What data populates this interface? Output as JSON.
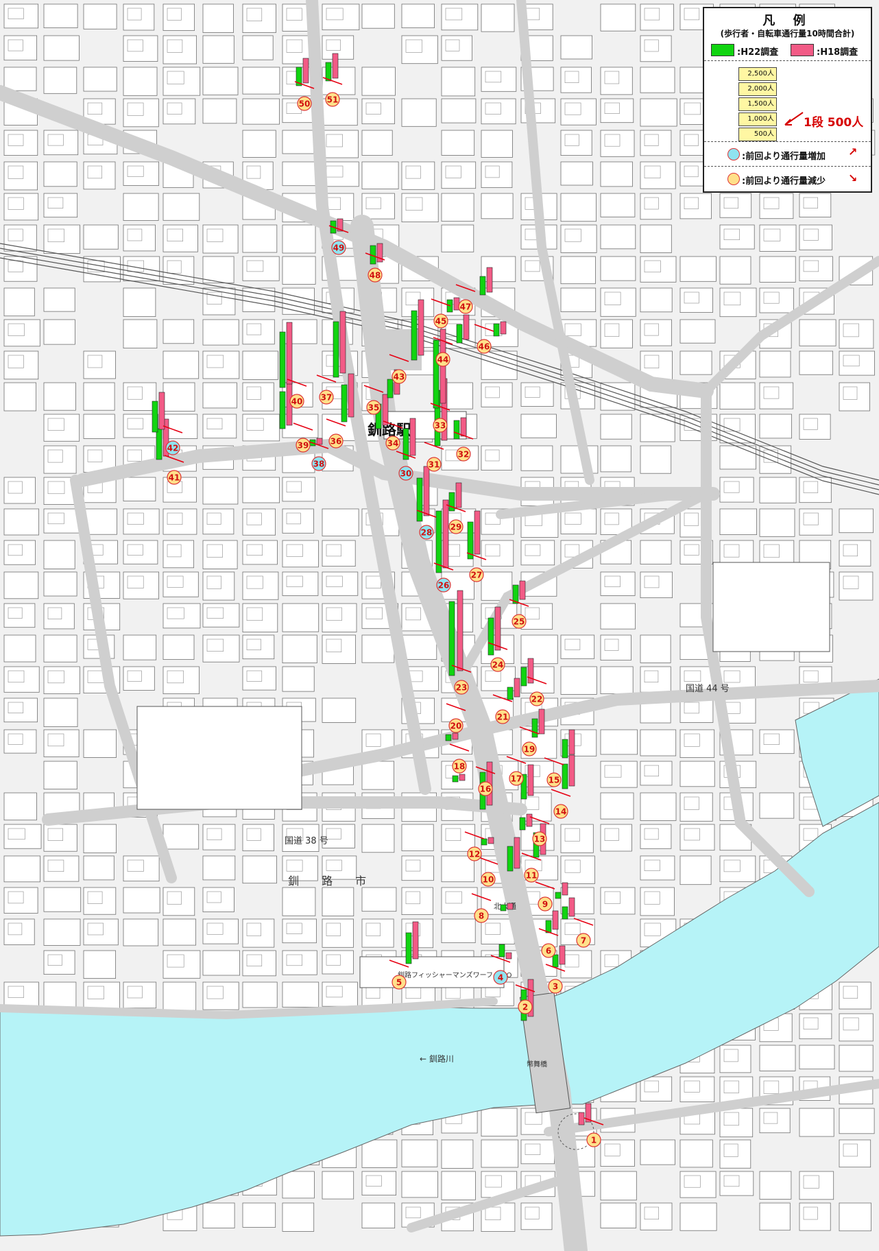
{
  "colors": {
    "background": "#f1f1f1",
    "block": "#ffffff",
    "road": "#cfcfcf",
    "river": "#b6f3f7",
    "h22": "#11d411",
    "h18": "#f25b86",
    "increase": "#8fe3f0",
    "decrease": "#ffe08a",
    "route": "#e60012"
  },
  "legend": {
    "title": "凡 例",
    "subtitle": "(歩行者・自転車通行量10時間合計)",
    "h22_label": ":H22調査",
    "h18_label": ":H18調査",
    "scale_steps": [
      "2,500人",
      "2,000人",
      "1,500人",
      "1,000人",
      "500人"
    ],
    "step_note": "1段 500人",
    "increase_label": ":前回より通行量増加",
    "decrease_label": ":前回より通行量減少",
    "increase_icon": "arrow-up-right-icon",
    "decrease_icon": "arrow-down-right-icon"
  },
  "labels": {
    "station": "釧路駅",
    "route38": "国道 38 号",
    "route44": "国道 44 号",
    "kushiro_city": "釧 路 市",
    "river": "← 釧路川",
    "moo": "釧路フィッシャーマンズワーフ MOO",
    "kitaodori": "北大通",
    "fujimi": "幣舞橋"
  },
  "points": [
    {
      "id": "1",
      "trend": "decrease"
    },
    {
      "id": "2",
      "trend": "decrease"
    },
    {
      "id": "3",
      "trend": "decrease"
    },
    {
      "id": "4",
      "trend": "increase"
    },
    {
      "id": "5",
      "trend": "decrease"
    },
    {
      "id": "6",
      "trend": "decrease"
    },
    {
      "id": "7",
      "trend": "decrease"
    },
    {
      "id": "8",
      "trend": "decrease"
    },
    {
      "id": "9",
      "trend": "decrease"
    },
    {
      "id": "10",
      "trend": "decrease"
    },
    {
      "id": "11",
      "trend": "decrease"
    },
    {
      "id": "12",
      "trend": "decrease"
    },
    {
      "id": "13",
      "trend": "decrease"
    },
    {
      "id": "14",
      "trend": "decrease"
    },
    {
      "id": "15",
      "trend": "decrease"
    },
    {
      "id": "16",
      "trend": "decrease"
    },
    {
      "id": "17",
      "trend": "decrease"
    },
    {
      "id": "18",
      "trend": "decrease"
    },
    {
      "id": "19",
      "trend": "decrease"
    },
    {
      "id": "20",
      "trend": "decrease"
    },
    {
      "id": "21",
      "trend": "decrease"
    },
    {
      "id": "22",
      "trend": "decrease"
    },
    {
      "id": "23",
      "trend": "decrease"
    },
    {
      "id": "24",
      "trend": "decrease"
    },
    {
      "id": "25",
      "trend": "decrease"
    },
    {
      "id": "26",
      "trend": "increase"
    },
    {
      "id": "27",
      "trend": "decrease"
    },
    {
      "id": "28",
      "trend": "increase"
    },
    {
      "id": "29",
      "trend": "decrease"
    },
    {
      "id": "30",
      "trend": "increase"
    },
    {
      "id": "31",
      "trend": "decrease"
    },
    {
      "id": "32",
      "trend": "decrease"
    },
    {
      "id": "33",
      "trend": "decrease"
    },
    {
      "id": "34",
      "trend": "decrease"
    },
    {
      "id": "35",
      "trend": "decrease"
    },
    {
      "id": "36",
      "trend": "decrease"
    },
    {
      "id": "37",
      "trend": "decrease"
    },
    {
      "id": "38",
      "trend": "increase"
    },
    {
      "id": "39",
      "trend": "decrease"
    },
    {
      "id": "40",
      "trend": "decrease"
    },
    {
      "id": "41",
      "trend": "decrease"
    },
    {
      "id": "42",
      "trend": "increase"
    },
    {
      "id": "43",
      "trend": "decrease"
    },
    {
      "id": "44",
      "trend": "decrease"
    },
    {
      "id": "45",
      "trend": "decrease"
    },
    {
      "id": "46",
      "trend": "decrease"
    },
    {
      "id": "47",
      "trend": "decrease"
    },
    {
      "id": "48",
      "trend": "decrease"
    },
    {
      "id": "49",
      "trend": "increase"
    },
    {
      "id": "50",
      "trend": "decrease"
    },
    {
      "id": "51",
      "trend": "decrease"
    }
  ]
}
